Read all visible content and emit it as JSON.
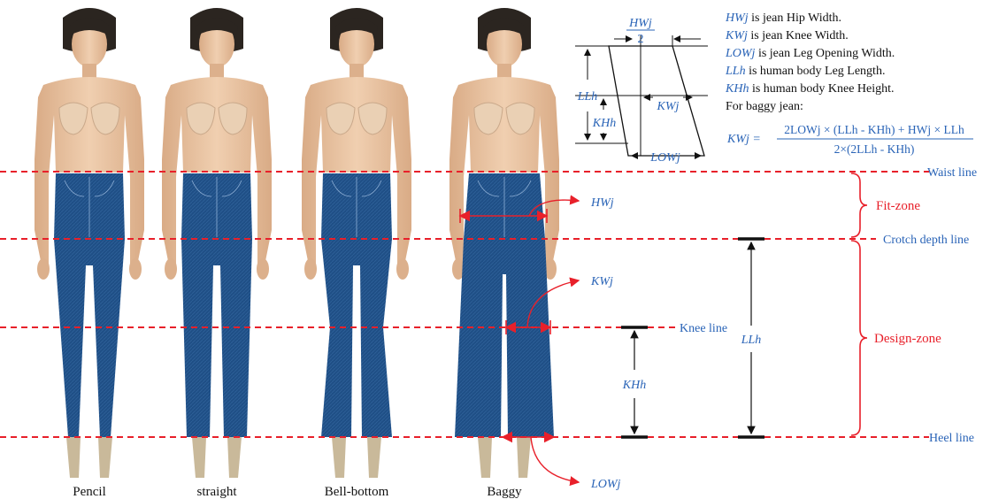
{
  "figures": [
    {
      "id": "pencil",
      "caption": "Pencil"
    },
    {
      "id": "straight",
      "caption": "straight"
    },
    {
      "id": "bell",
      "caption": "Bell-bottom"
    },
    {
      "id": "baggy",
      "caption": "Baggy"
    }
  ],
  "reference_lines": {
    "waist": "Waist line",
    "crotch": "Crotch depth line",
    "knee": "Knee line",
    "heel": "Heel line"
  },
  "zones": {
    "fit": "Fit-zone",
    "design": "Design-zone"
  },
  "measurements": {
    "hw": "HWj",
    "kw": "KWj",
    "low": "LOWj",
    "ll": "LLh",
    "kh": "KHh"
  },
  "schematic": {
    "top_numerator": "HWj",
    "top_denominator": "2",
    "kw": "KWj",
    "low": "LOWj",
    "ll": "LLh",
    "kh": "KHh"
  },
  "legend": [
    {
      "sym": "HWj",
      "text": " is jean Hip Width."
    },
    {
      "sym": "KWj",
      "text": " is jean Knee Width."
    },
    {
      "sym": "LOWj",
      "text": " is jean Leg Opening Width."
    },
    {
      "sym": "LLh",
      "text": " is human body Leg Length."
    },
    {
      "sym": "KHh",
      "text": " is human body Knee Height."
    }
  ],
  "formula": {
    "intro": "For baggy jean:",
    "lhs": "KWj =",
    "numerator": "2LOWj × (LLh - KHh) + HWj × LLh",
    "denominator": "2×(2LLh - KHh)"
  },
  "colors": {
    "accent_blue": "#2a64b7",
    "accent_red": "#e8202a",
    "denim": "#1f4f86",
    "skin": "#e8c4a2"
  }
}
